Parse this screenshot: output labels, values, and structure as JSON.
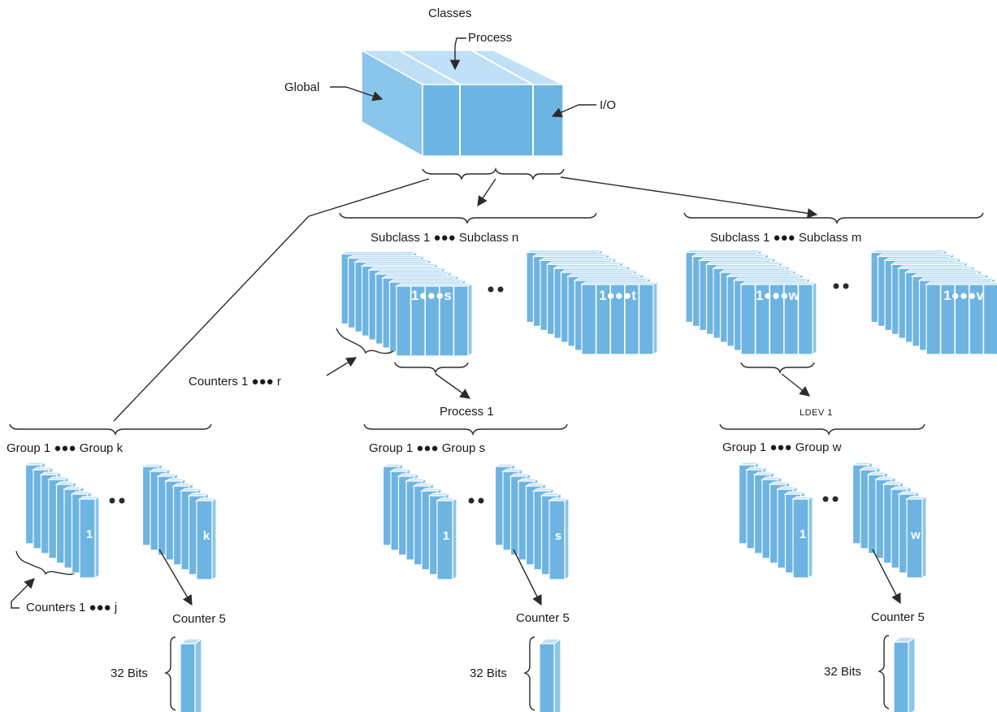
{
  "colors": {
    "front": "#6db4e3",
    "top": "#bfe0f6",
    "side": "#8ac5ec",
    "line": "#2b2b2b",
    "text": "#1a1a1a",
    "inner_text": "#ffffff"
  },
  "classes": {
    "title": "Classes",
    "process": "Process",
    "global": "Global",
    "io": "I/O"
  },
  "process_branch": {
    "subclass_label": "Subclass 1 ●●● Subclass n",
    "first_stack_label": "1●●●s",
    "last_stack_label": "1●●●t",
    "counters_label": "Counters 1 ●●● r",
    "process1_label": "Process 1",
    "group_label": "Group 1 ●●● Group s",
    "first_group_number": "1",
    "last_group_number": "s",
    "counter5_label": "Counter 5",
    "bits_label": "32 Bits"
  },
  "io_branch": {
    "subclass_label": "Subclass 1 ●●● Subclass m",
    "first_stack_label": "1●●●w",
    "last_stack_label": "1●●●v",
    "ldev_label": "LDEV 1",
    "group_label": "Group 1 ●●● Group w",
    "first_group_number": "1",
    "last_group_number": "w",
    "counter5_label": "Counter 5",
    "bits_label": "32 Bits"
  },
  "global_branch": {
    "group_label": "Group 1 ●●● Group k",
    "first_group_number": "1",
    "last_group_number": "k",
    "counters_label": "Counters 1 ●●● j",
    "counter5_label": "Counter 5",
    "bits_label": "32 Bits"
  },
  "ellipsis": "●●"
}
